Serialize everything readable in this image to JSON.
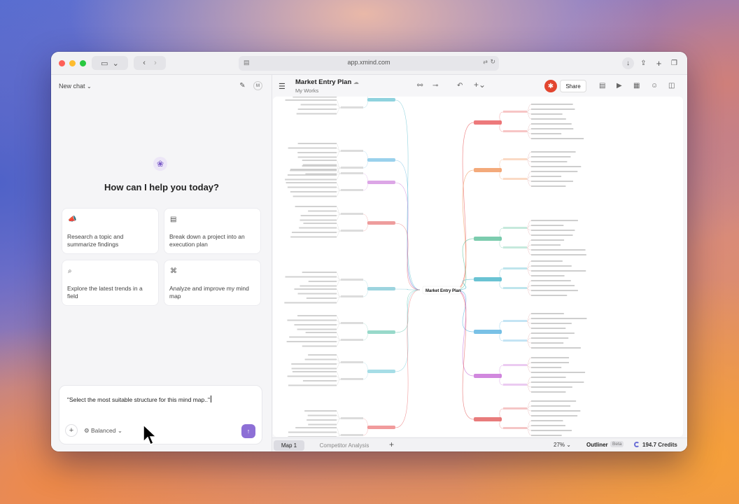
{
  "browser": {
    "url": "app.xmind.com"
  },
  "left_panel": {
    "new_chat_label": "New chat",
    "heading": "How can I help you today?",
    "suggestions": [
      {
        "icon": "megaphone-icon",
        "text": "Research a topic and summarize findings"
      },
      {
        "icon": "list-icon",
        "text": "Break down a project into an execution plan"
      },
      {
        "icon": "search-icon",
        "text": "Explore the latest trends in a field"
      },
      {
        "icon": "wand-icon",
        "text": "Analyze and improve my mind map"
      }
    ],
    "input_text": "\"Select the most suitable structure for this mind map..\"",
    "mode_label": "Balanced"
  },
  "document": {
    "title": "Market Entry Plan",
    "subtitle": "My Works",
    "share_label": "Share",
    "root_topic": "Market Entry Plan"
  },
  "mindmap": {
    "branch_colors": [
      "#e8585a",
      "#f0955a",
      "#5bbf9a",
      "#45b4c8",
      "#57b2e0",
      "#c56ad6",
      "#e25b5b",
      "#5bb8c9",
      "#54bfa6",
      "#6bc6d6"
    ]
  },
  "bottom_bar": {
    "tabs": [
      "Map 1",
      "Competitor Analysis"
    ],
    "zoom": "27%",
    "outliner_label": "Outliner",
    "beta_label": "Beta",
    "credits": "194.7 Credits"
  }
}
